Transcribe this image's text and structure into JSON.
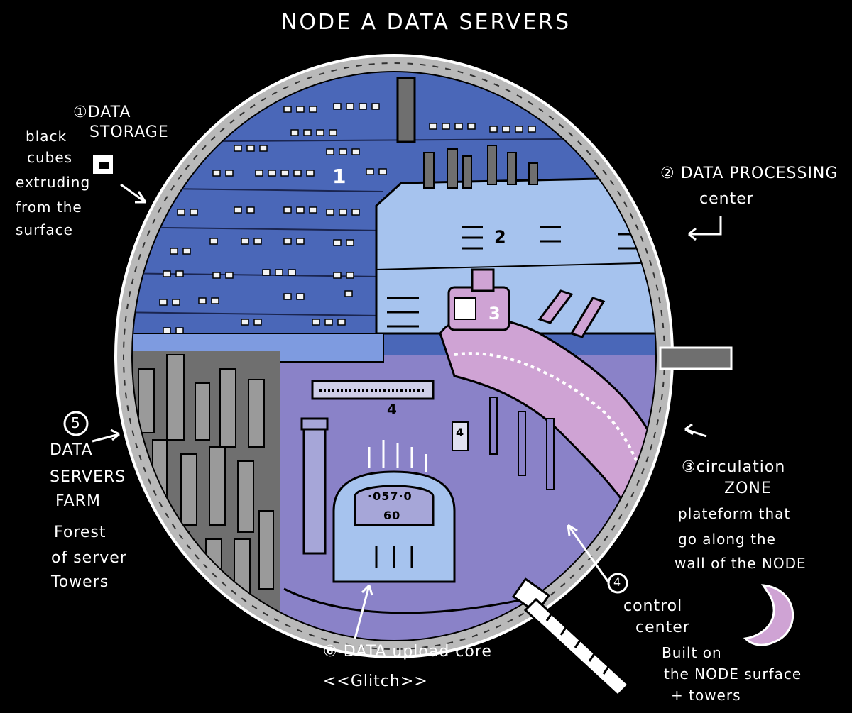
{
  "title": "NODE A DATA SERVERS",
  "colors": {
    "background": "#000000",
    "sky_blue": "#4a67b8",
    "mid_blue": "#7e9be0",
    "light_blue": "#a6c3ee",
    "purple_floor": "#8a82c8",
    "pink_ramp": "#cfa3d4",
    "gray_towers": "#6f6f6f",
    "rim_gray": "#b9b9b9"
  },
  "labels": {
    "data_storage": {
      "heading": "①DATA STORAGE",
      "heading_line1": "①DATA",
      "heading_line2": "STORAGE",
      "side_note": [
        "black",
        "cubes",
        "extruding",
        "from the",
        "surface"
      ]
    },
    "data_processing": {
      "line1": "② DATA PROCESSING",
      "line2": "center"
    },
    "circulation": {
      "line1": "③circulation",
      "line2": "ZONE",
      "note": [
        "plateform that",
        "go along the",
        "wall of the NODE"
      ]
    },
    "control_center": {
      "marker": "4",
      "line1": "control",
      "line2": "center",
      "note": [
        "Built on",
        "the NODE surface",
        "+ towers"
      ]
    },
    "servers_farm": {
      "marker": "5",
      "heading": [
        "DATA",
        "SERVERS",
        "FARM"
      ],
      "note": [
        "Forest",
        "of server",
        "Towers"
      ]
    },
    "upload_core": {
      "line1": "⑥ DATA upload core",
      "line2": "<<Glitch>>"
    }
  },
  "in_scene_numbers": {
    "storage": "1",
    "processing": "2",
    "circulation": "3",
    "tower": "4",
    "core_top": "·057·0",
    "core_mid": "60"
  }
}
